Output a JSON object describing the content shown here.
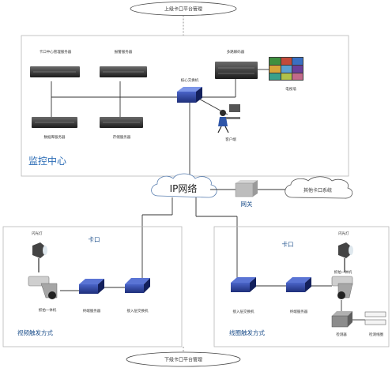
{
  "top_platform": "上级卡口平台管理",
  "bottom_platform": "下级卡口平台管理",
  "monitoring_center": {
    "title": "监控中心",
    "servers": {
      "center_mgmt": "卡口中心管理服务器",
      "alarm": "报警服务器",
      "decoder": "多路解码器",
      "database": "数据库服务器",
      "storage": "存储服务器"
    },
    "core_switch": "核心交换机",
    "tv_wall": "电视墙",
    "client": "客户端"
  },
  "ip_network": "IP网络",
  "gateway": "网关",
  "other_system": "其他卡口系统",
  "left_site": {
    "title": "卡口",
    "flash": "闪光灯",
    "camera": "抓拍一体机",
    "transfer_server": "终端服务器",
    "access_switch": "接入层交换机",
    "mode": "视频触发方式"
  },
  "right_site": {
    "title": "卡口",
    "flash": "闪光灯",
    "camera": "抓拍一体机",
    "access_switch": "接入层交换机",
    "transfer_server": "终端服务器",
    "detector": "检测器",
    "coil": "检测线圈",
    "mode": "线圈触发方式"
  }
}
